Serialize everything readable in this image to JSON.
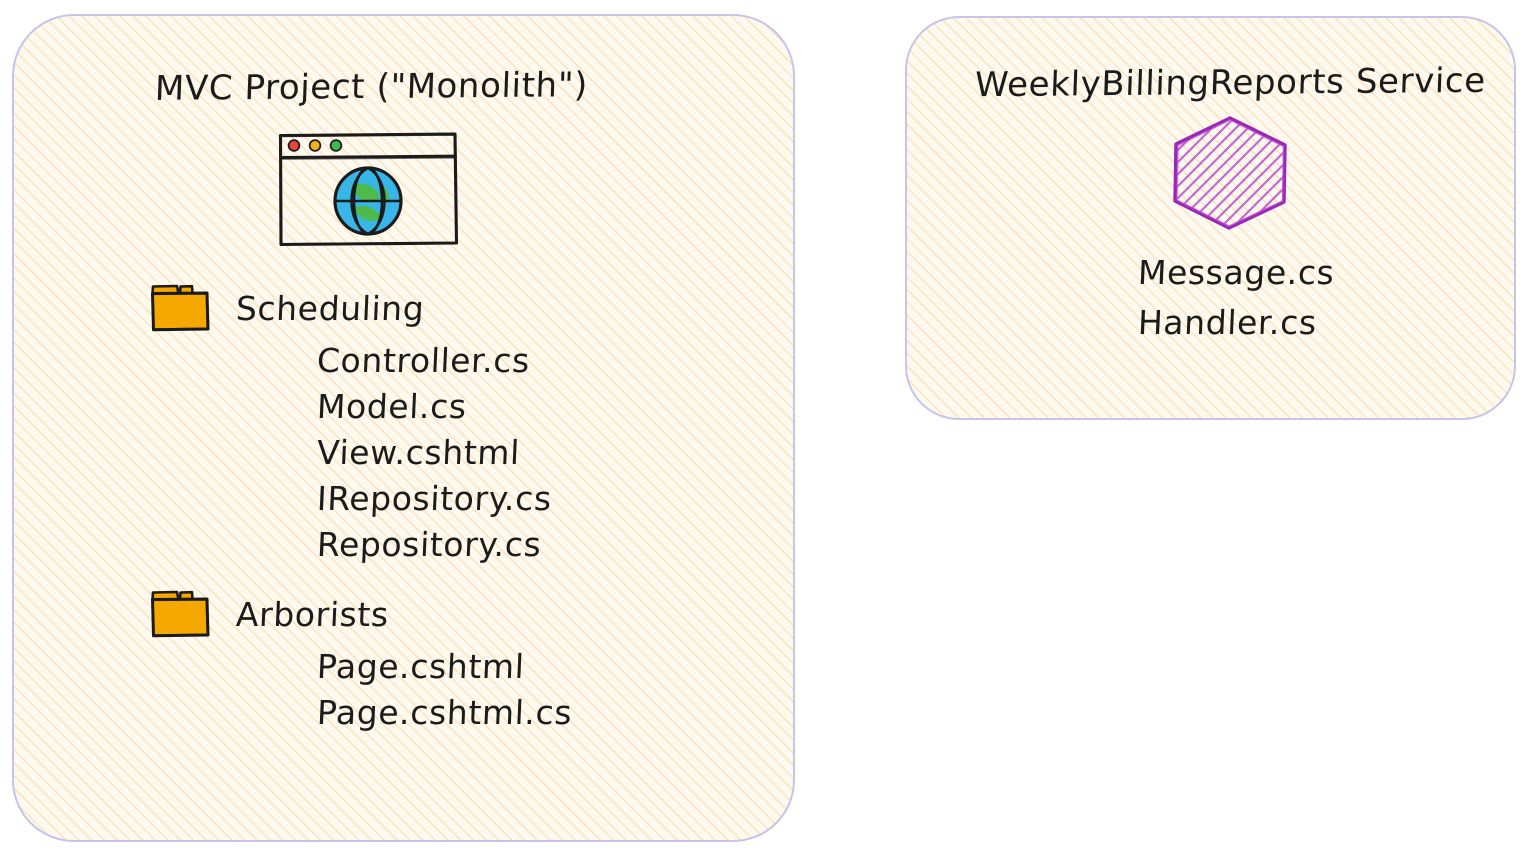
{
  "canvas": {
    "background": "#ffffff",
    "card_fill": "#fdf9ee",
    "card_border": "#c8c3ea",
    "hatch_color": "#f4ce8c",
    "ink": "#1b1b1b",
    "folder_color": "#f5a800",
    "hexagon_color": "#a32cc4"
  },
  "cards": [
    {
      "id": "monolith",
      "title": "MVC Project (\"Monolith\")",
      "icon": "browser-window-globe-icon",
      "window_dots": [
        "#e8453c",
        "#f2b01e",
        "#3fb950"
      ],
      "groups": [
        {
          "icon": "folder-icon",
          "name": "Scheduling",
          "files": [
            "Controller.cs",
            "Model.cs",
            "View.cshtml",
            "IRepository.cs",
            "Repository.cs"
          ]
        },
        {
          "icon": "folder-icon",
          "name": "Arborists",
          "files": [
            "Page.cshtml",
            "Page.cshtml.cs"
          ]
        }
      ]
    },
    {
      "id": "service",
      "title": "WeeklyBillingReports Service",
      "icon": "hexagon-icon",
      "files": [
        "Message.cs",
        "Handler.cs"
      ]
    }
  ]
}
